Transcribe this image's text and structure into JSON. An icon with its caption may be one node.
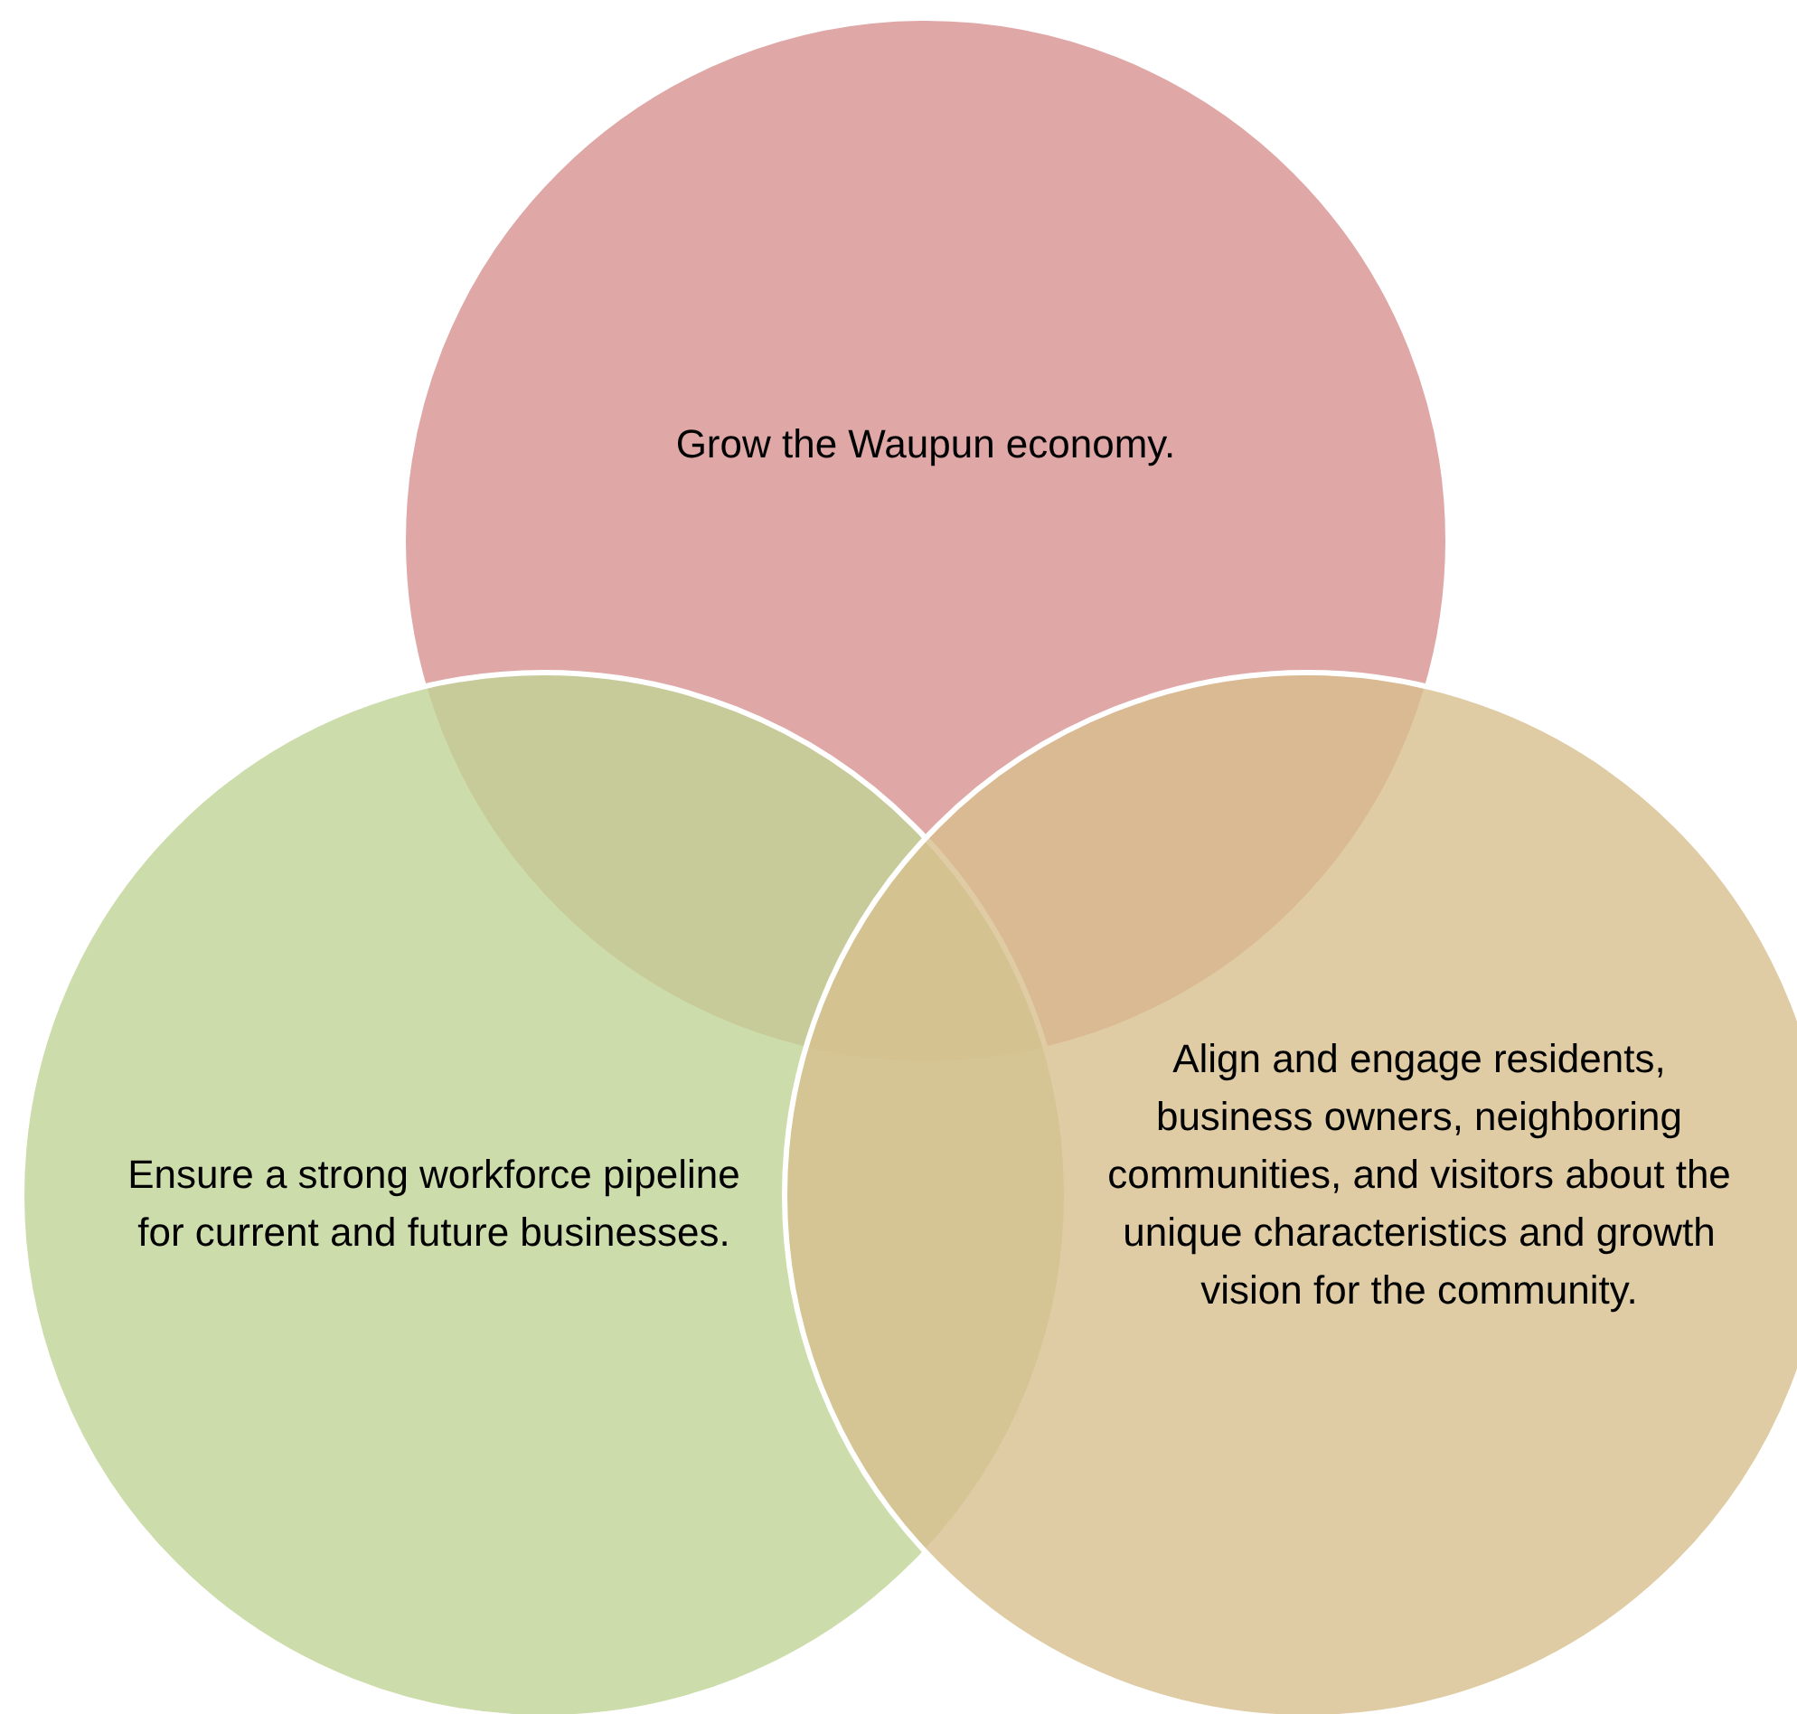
{
  "diagram": {
    "nodes": [
      {
        "text": [
          "Grow the Waupun economy."
        ]
      },
      {
        "text": [
          "Ensure a strong workforce pipeline for current and future businesses."
        ]
      },
      {
        "text": [
          "Align and engage residents, business owners, neighboring communities, and visitors about the unique characteristics and growth vision for the community."
        ]
      }
    ]
  }
}
